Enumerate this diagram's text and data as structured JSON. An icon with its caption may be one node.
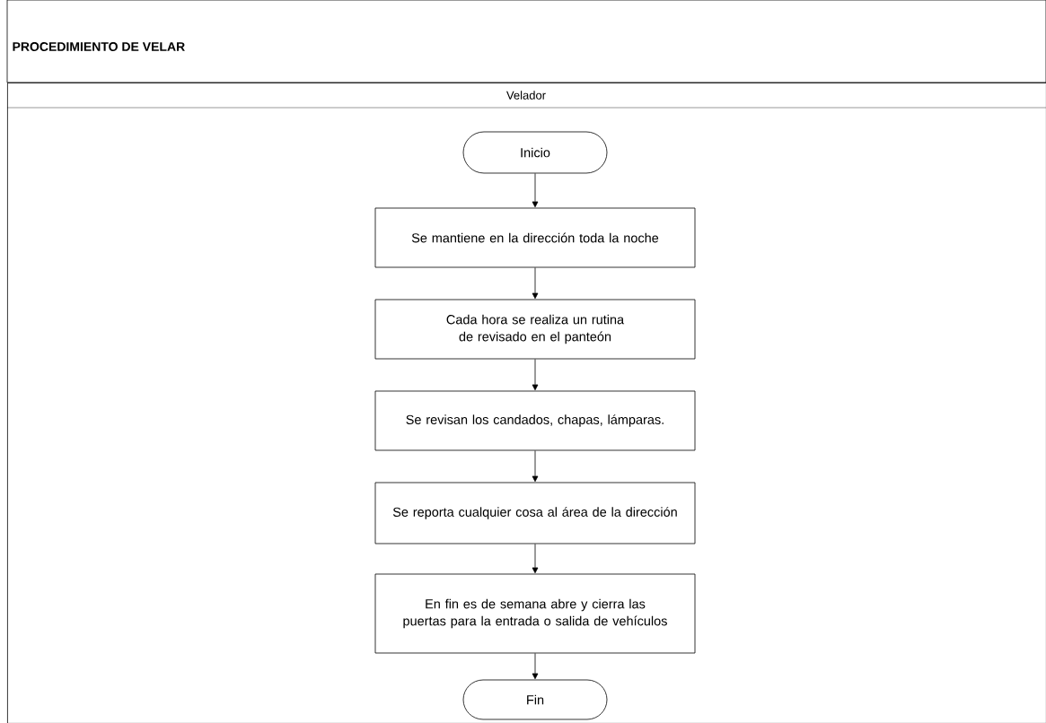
{
  "diagram": {
    "title": "PROCEDIMIENTO DE VELAR",
    "nodes": [
      {
        "text": [
          "Velador"
        ]
      },
      {
        "text": [
          "Inicio"
        ],
        "in": 0
      },
      {
        "text": [
          "Se mantiene en la dirección toda la noche"
        ],
        "in": 0
      },
      {
        "text": [
          "Cada hora se realiza un rutina de revisado en el panteón"
        ],
        "in": 0
      },
      {
        "text": [
          "Se revisan los candados, chapas, lámparas."
        ],
        "in": 0
      },
      {
        "text": [
          "Se reporta cualquier cosa al área de la dirección"
        ],
        "in": 0
      },
      {
        "text": [
          "En fin es de semana abre y cierra las puertas para la entrada o salida de vehículos"
        ],
        "in": 0
      },
      {
        "text": [
          "Fin"
        ],
        "in": 0
      }
    ],
    "edges": [
      {
        "from": 1,
        "to": 2,
        "arrow": "to"
      },
      {
        "from": 2,
        "to": 3,
        "arrow": "to"
      },
      {
        "from": 3,
        "to": 4,
        "arrow": "to"
      },
      {
        "from": 4,
        "to": 5,
        "arrow": "to"
      },
      {
        "from": 5,
        "to": 6,
        "arrow": "to"
      },
      {
        "from": 6,
        "to": 7,
        "arrow": "to"
      }
    ]
  }
}
